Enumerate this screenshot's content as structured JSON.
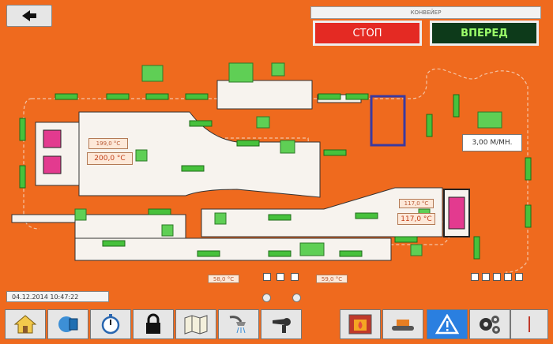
{
  "header": {
    "back_icon": "arrow-left-icon",
    "conveyor_title": "КОНВЕЙЕР"
  },
  "controls": {
    "stop_label": "СТОП",
    "forward_label": "ВПЕРЕД"
  },
  "readouts": {
    "temp_upper_1": "199,0 °C",
    "temp_upper_2": "200,0 °C",
    "temp_right_1": "117,0 °C",
    "temp_right_2": "117,0 °C",
    "temp_bottom_1": "58,0 °C",
    "temp_bottom_2": "59,0 °C",
    "speed": "3,00 М/МН."
  },
  "status": {
    "datetime": "04.12.2014 10:47:22"
  },
  "toolbar": {
    "icons": [
      "home-icon",
      "network-icon",
      "stopwatch-icon",
      "lock-icon",
      "map-icon",
      "shower-icon",
      "hair-dryer-icon",
      "oven-icon",
      "conveyor-icon",
      "warning-icon",
      "gears-icon",
      "info-icon"
    ]
  },
  "colors": {
    "background": "#ef6a1e",
    "stop": "#e42a23",
    "forward_bg": "#0d3a1a",
    "forward_text": "#9cff6a",
    "active_tool": "#2a7fe0"
  }
}
